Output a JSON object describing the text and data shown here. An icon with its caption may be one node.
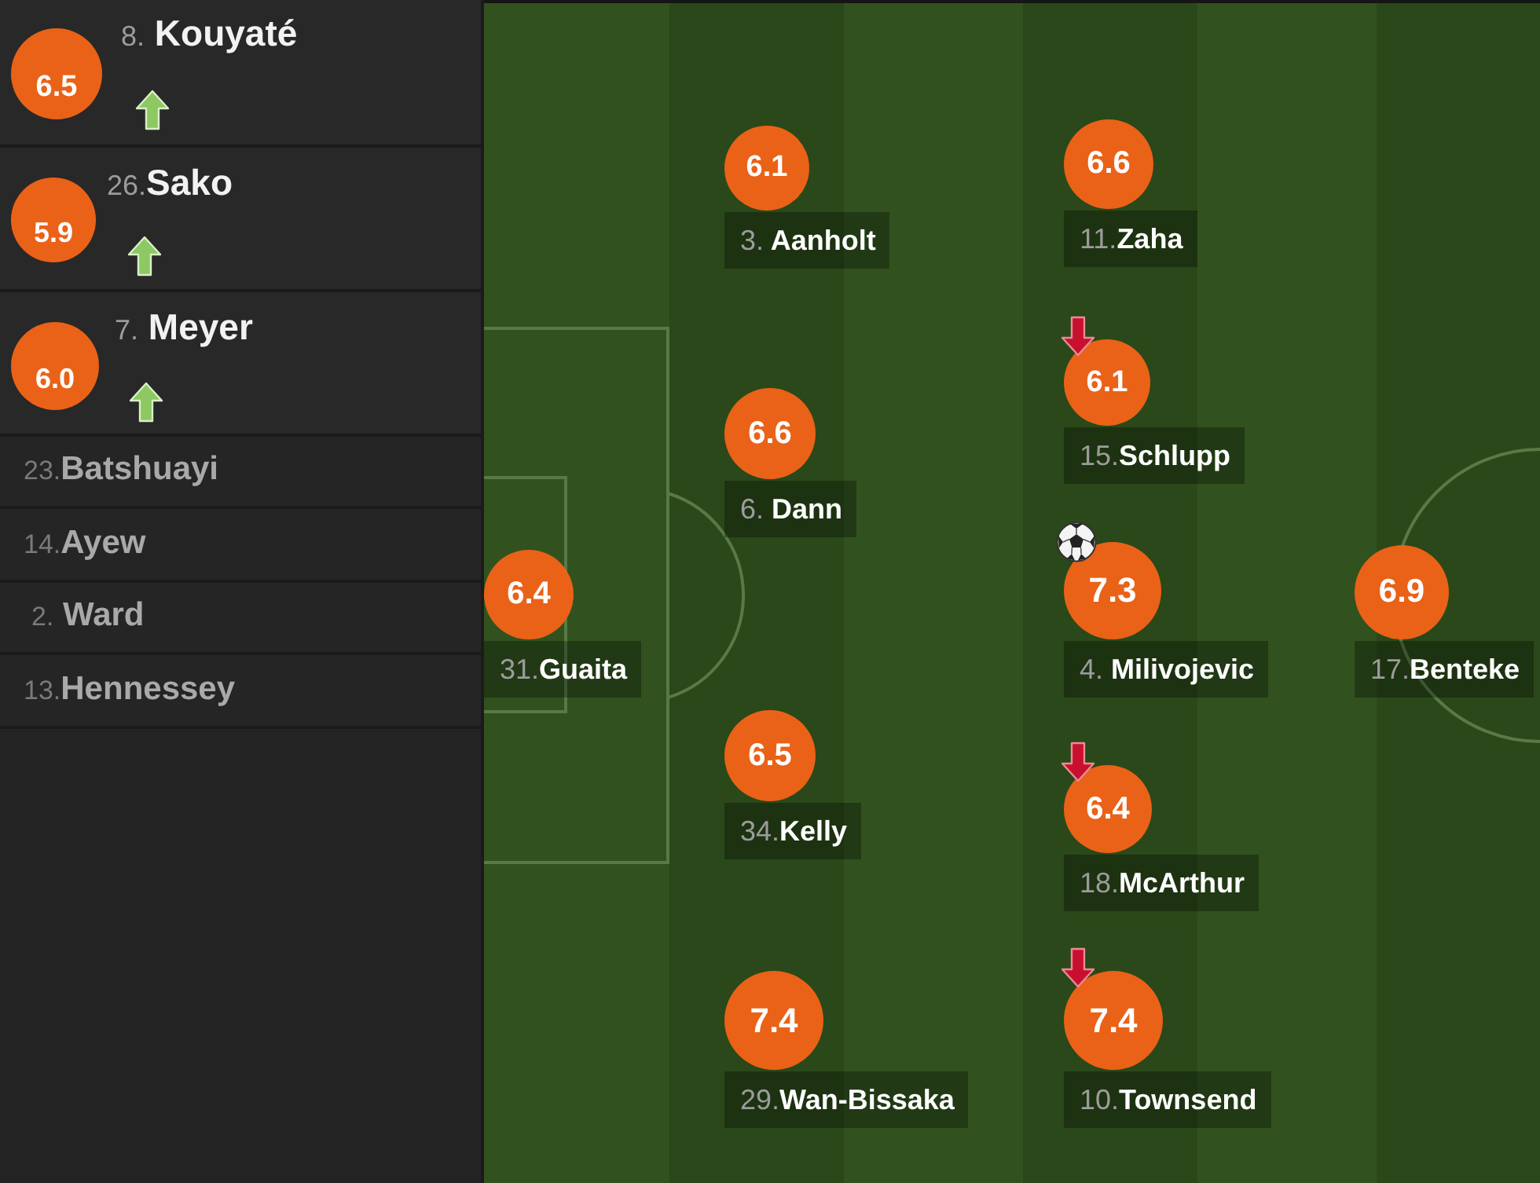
{
  "diagram": {
    "nodes": [
      {
        "text": [
          "6.5",
          "8. Kouyaté"
        ]
      },
      {
        "text": [
          "5.9",
          "26.Sako"
        ]
      },
      {
        "text": [
          "6.0",
          "7. Meyer"
        ]
      },
      {
        "text": [
          "23.Batshuayi"
        ]
      },
      {
        "text": [
          "14.Ayew"
        ]
      },
      {
        "text": [
          "2. Ward"
        ]
      },
      {
        "text": [
          "13.Hennessey"
        ]
      },
      {
        "text": [
          "6.1",
          "3. Aanholt"
        ]
      },
      {
        "text": [
          "6.6",
          "11.Zaha"
        ]
      },
      {
        "text": [
          "6.1",
          "15.Schlupp"
        ]
      },
      {
        "text": [
          "6.6",
          "6. Dann"
        ]
      },
      {
        "text": [
          "6.4",
          "31.Guaita"
        ]
      },
      {
        "text": [
          "7.3",
          "4. Milivojevic"
        ]
      },
      {
        "text": [
          "6.9",
          "17.Benteke"
        ]
      },
      {
        "text": [
          "6.5",
          "34.Kelly"
        ]
      },
      {
        "text": [
          "6.4",
          "18.McArthur"
        ]
      },
      {
        "text": [
          "7.4",
          "29.Wan-Bissaka"
        ]
      },
      {
        "text": [
          "7.4",
          "10.Townsend"
        ]
      }
    ]
  }
}
